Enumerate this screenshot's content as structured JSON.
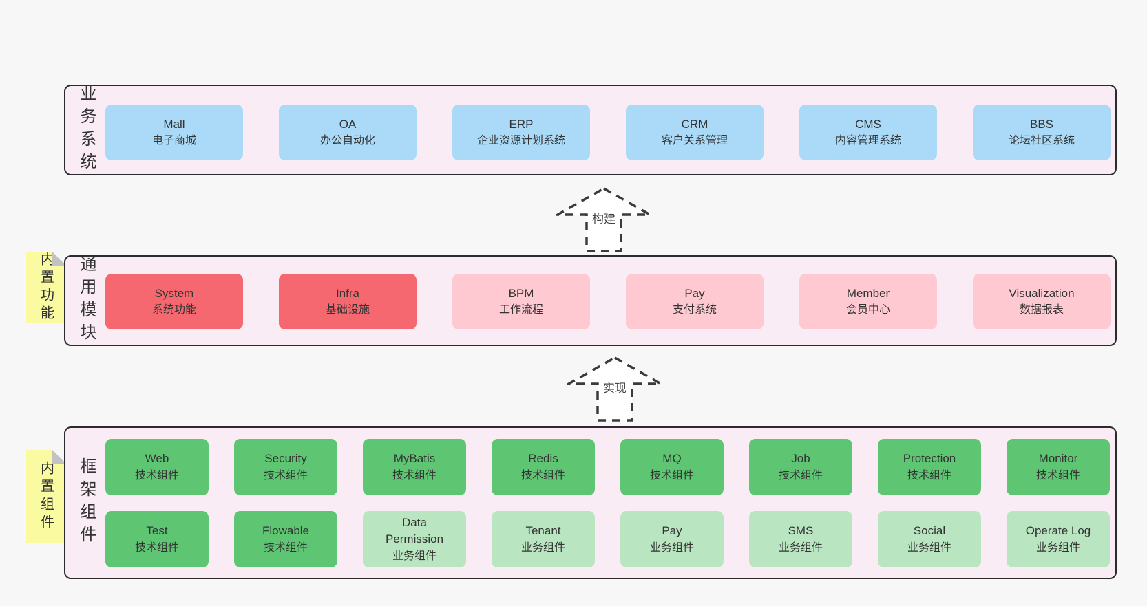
{
  "arrows": [
    {
      "label": "构建"
    },
    {
      "label": "实现"
    }
  ],
  "bands": [
    {
      "label": "业务系统",
      "sticky": null,
      "rows": [
        [
          {
            "name": "Mall",
            "subtitle": "电子商城",
            "variant": "blue"
          },
          {
            "name": "OA",
            "subtitle": "办公自动化",
            "variant": "blue"
          },
          {
            "name": "ERP",
            "subtitle": "企业资源计划系统",
            "variant": "blue"
          },
          {
            "name": "CRM",
            "subtitle": "客户关系管理",
            "variant": "blue"
          },
          {
            "name": "CMS",
            "subtitle": "内容管理系统",
            "variant": "blue"
          },
          {
            "name": "BBS",
            "subtitle": "论坛社区系统",
            "variant": "blue"
          }
        ]
      ]
    },
    {
      "label": "通用模块",
      "sticky": "内置功能",
      "rows": [
        [
          {
            "name": "System",
            "subtitle": "系统功能",
            "variant": "red"
          },
          {
            "name": "Infra",
            "subtitle": "基础设施",
            "variant": "red"
          },
          {
            "name": "BPM",
            "subtitle": "工作流程",
            "variant": "pink"
          },
          {
            "name": "Pay",
            "subtitle": "支付系统",
            "variant": "pink"
          },
          {
            "name": "Member",
            "subtitle": "会员中心",
            "variant": "pink"
          },
          {
            "name": "Visualization",
            "subtitle": "数据报表",
            "variant": "pink"
          }
        ]
      ]
    },
    {
      "label": "框架组件",
      "sticky": "内置组件",
      "rows": [
        [
          {
            "name": "Web",
            "subtitle": "技术组件",
            "variant": "green"
          },
          {
            "name": "Security",
            "subtitle": "技术组件",
            "variant": "green"
          },
          {
            "name": "MyBatis",
            "subtitle": "技术组件",
            "variant": "green"
          },
          {
            "name": "Redis",
            "subtitle": "技术组件",
            "variant": "green"
          },
          {
            "name": "MQ",
            "subtitle": "技术组件",
            "variant": "green"
          },
          {
            "name": "Job",
            "subtitle": "技术组件",
            "variant": "green"
          },
          {
            "name": "Protection",
            "subtitle": "技术组件",
            "variant": "green"
          },
          {
            "name": "Monitor",
            "subtitle": "技术组件",
            "variant": "green"
          }
        ],
        [
          {
            "name": "Test",
            "subtitle": "技术组件",
            "variant": "green"
          },
          {
            "name": "Flowable",
            "subtitle": "技术组件",
            "variant": "green"
          },
          {
            "name": "Data Permission",
            "subtitle": "业务组件",
            "variant": "lightgreen"
          },
          {
            "name": "Tenant",
            "subtitle": "业务组件",
            "variant": "lightgreen"
          },
          {
            "name": "Pay",
            "subtitle": "业务组件",
            "variant": "lightgreen"
          },
          {
            "name": "SMS",
            "subtitle": "业务组件",
            "variant": "lightgreen"
          },
          {
            "name": "Social",
            "subtitle": "业务组件",
            "variant": "lightgreen"
          },
          {
            "name": "Operate Log",
            "subtitle": "业务组件",
            "variant": "lightgreen"
          }
        ]
      ]
    }
  ],
  "colors": {
    "page_bg": "#f7f7f7",
    "band_bg": "#f9ecf5",
    "band_border": "#2b2b2b",
    "box_blue": "#aadaf7",
    "box_red": "#f5686f",
    "box_pink": "#ffc9d2",
    "box_green": "#5ec673",
    "box_lightgreen": "#b9e5c0",
    "sticky_yellow": "#fafaa1",
    "sticky_fold": "#c2c2c2",
    "text": "#333333",
    "arrow_stroke": "#3a3a3a"
  }
}
